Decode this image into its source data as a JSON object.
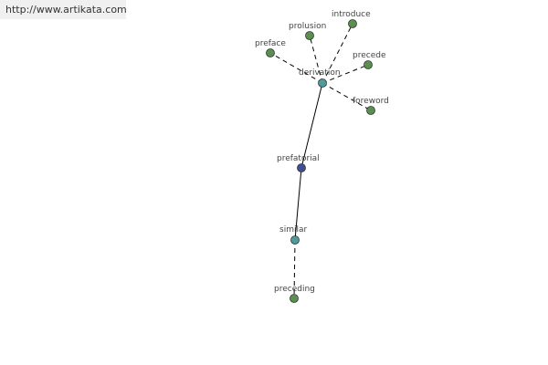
{
  "banner": {
    "url_text": "http://www.artikata.com"
  },
  "colors": {
    "leaf": "#5a8f4f",
    "center": "#4f9a9a",
    "main": "#3e4f92",
    "stroke": "#333333",
    "edge": "#000000"
  },
  "graph": {
    "nodes": [
      {
        "id": "derivation",
        "label": "derivation",
        "kind": "center"
      },
      {
        "id": "prefatorial",
        "label": "prefatorial",
        "kind": "main"
      },
      {
        "id": "similar",
        "label": "similar",
        "kind": "center"
      },
      {
        "id": "preceding",
        "label": "preceding",
        "kind": "leaf"
      },
      {
        "id": "preface",
        "label": "preface",
        "kind": "leaf"
      },
      {
        "id": "prolusion",
        "label": "prolusion",
        "kind": "leaf"
      },
      {
        "id": "introduce",
        "label": "introduce",
        "kind": "leaf"
      },
      {
        "id": "precede",
        "label": "precede",
        "kind": "leaf"
      },
      {
        "id": "foreword",
        "label": "foreword",
        "kind": "leaf"
      }
    ],
    "edges": [
      {
        "from": "derivation",
        "to": "prefatorial",
        "style": "solid"
      },
      {
        "from": "prefatorial",
        "to": "similar",
        "style": "solid"
      },
      {
        "from": "similar",
        "to": "preceding",
        "style": "dashed"
      },
      {
        "from": "derivation",
        "to": "preface",
        "style": "dashed"
      },
      {
        "from": "derivation",
        "to": "prolusion",
        "style": "dashed"
      },
      {
        "from": "derivation",
        "to": "introduce",
        "style": "dashed"
      },
      {
        "from": "derivation",
        "to": "precede",
        "style": "dashed"
      },
      {
        "from": "derivation",
        "to": "foreword",
        "style": "dashed"
      }
    ]
  }
}
